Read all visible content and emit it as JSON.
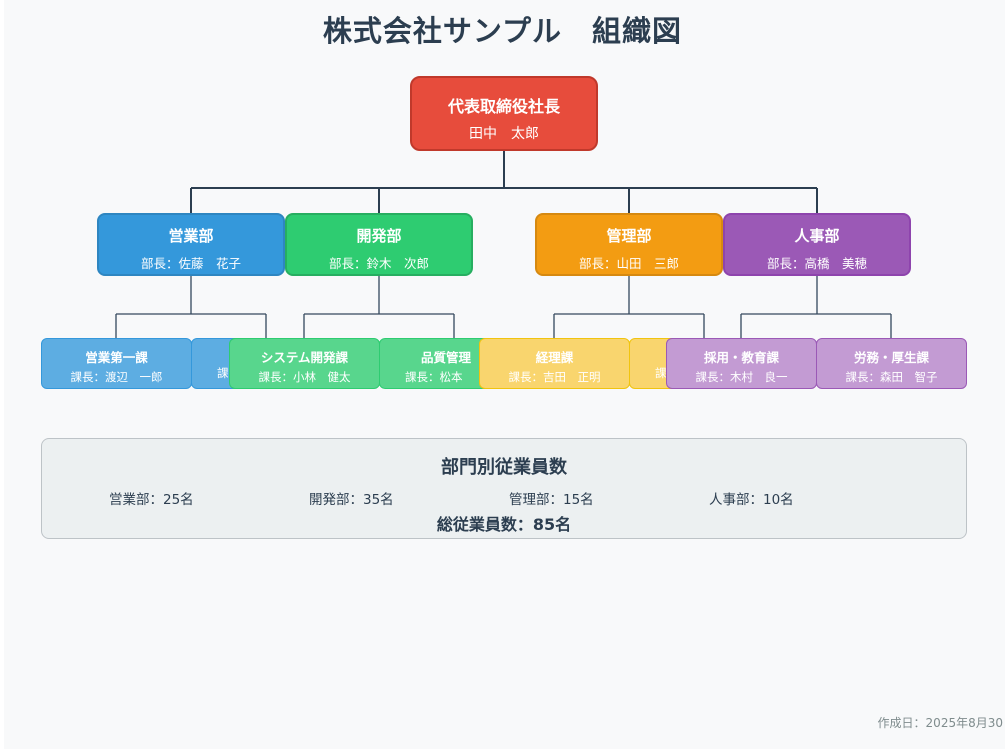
{
  "title": "株式会社サンプル　組織図",
  "ceo": {
    "role": "代表取締役社長",
    "name": "田中　太郎"
  },
  "departments": [
    {
      "name": "営業部",
      "head": "部長：佐藤　花子"
    },
    {
      "name": "開発部",
      "head": "部長：鈴木　次郎"
    },
    {
      "name": "管理部",
      "head": "部長：山田　三郎"
    },
    {
      "name": "人事部",
      "head": "部長：高橋　美穂"
    }
  ],
  "sections": [
    {
      "name": "営業第一課",
      "head": "課長：渡辺　一郎"
    },
    {
      "name": "",
      "head": "課"
    },
    {
      "name": "システム開発課",
      "head": "課長：小林　健太"
    },
    {
      "name": "品質管理",
      "head": "課長：松本"
    },
    {
      "name": "経理課",
      "head": "課長：吉田　正明"
    },
    {
      "name": "",
      "head": "課"
    },
    {
      "name": "採用・教育課",
      "head": "課長：木村　良一"
    },
    {
      "name": "労務・厚生課",
      "head": "課長：森田　智子"
    }
  ],
  "stats": {
    "title": "部門別従業員数",
    "items": [
      "営業部：25名",
      "開発部：35名",
      "管理部：15名",
      "人事部：10名"
    ],
    "total": "総従業員数：85名"
  },
  "created": "作成日：2025年8月30",
  "colors": {
    "ceo": "#e74c3c",
    "sales": "#3498db",
    "dev": "#2ecc71",
    "admin": "#f39c12",
    "hr": "#9b59b6",
    "line": "#2c3e50"
  }
}
